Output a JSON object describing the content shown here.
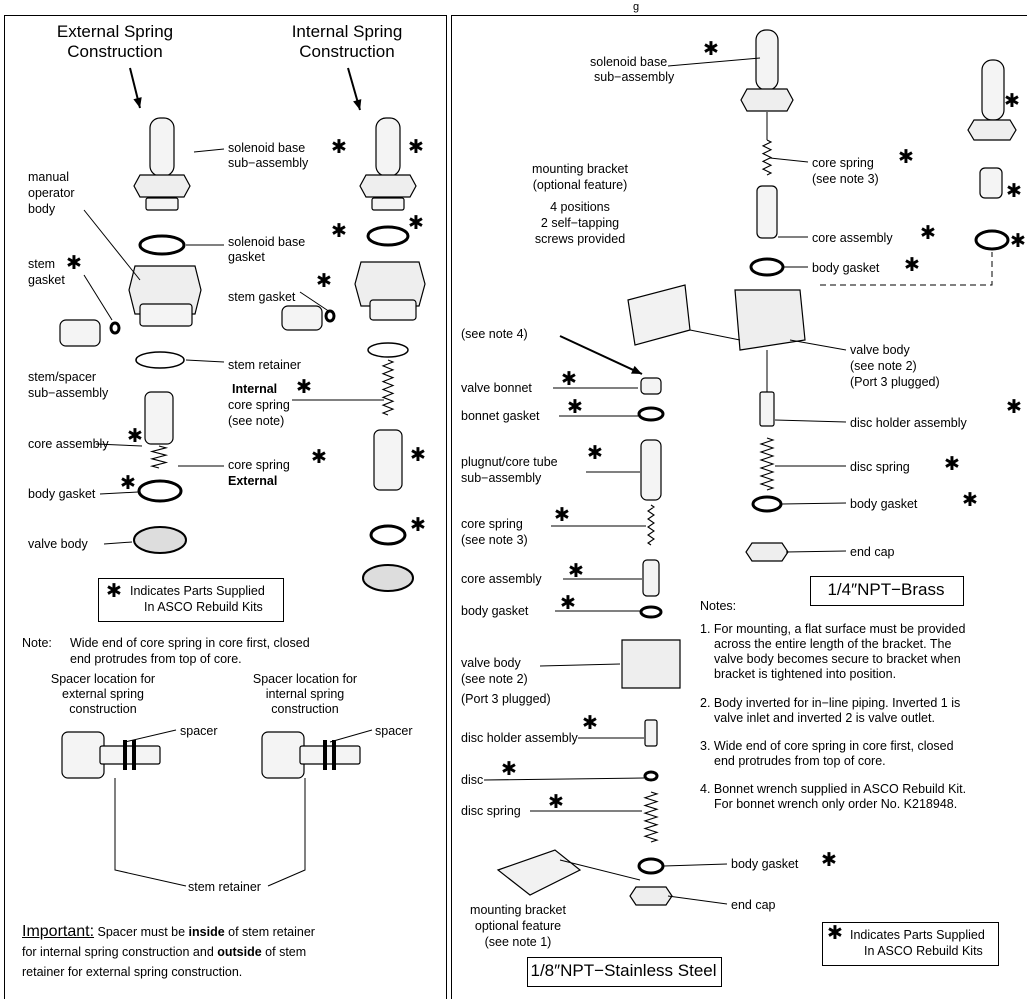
{
  "header": {
    "top_text": "g"
  },
  "left": {
    "title_external": [
      "External Spring",
      "Construction"
    ],
    "title_internal": [
      "Internal Spring",
      "Construction"
    ],
    "labels": {
      "solenoid_base": [
        "solenoid base",
        "sub−assembly"
      ],
      "manual_operator": [
        "manual",
        "operator",
        "body"
      ],
      "solenoid_gasket": [
        "solenoid base",
        "gasket"
      ],
      "stem_gasket_left": [
        "stem",
        "gasket"
      ],
      "stem_gasket_right": "stem gasket",
      "stem_spacer": [
        "stem/spacer",
        "sub−assembly"
      ],
      "stem_retainer": "stem retainer",
      "internal_core_spring": [
        "Internal",
        "core spring",
        "(see note)"
      ],
      "core_assembly": "core assembly",
      "core_spring_external": [
        "core spring",
        "External"
      ],
      "body_gasket": "body gasket",
      "valve_body": "valve body"
    },
    "kits_box": [
      "Indicates Parts Supplied",
      "In ASCO Rebuild Kits"
    ],
    "note": [
      "Note:",
      "Wide end of core spring in core first, closed",
      "end protrudes from top of core."
    ],
    "spacer_external": [
      "Spacer location for",
      "external spring",
      "construction"
    ],
    "spacer_internal": [
      "Spacer location for",
      "internal spring",
      "construction"
    ],
    "spacer": "spacer",
    "stem_retainer_bottom": "stem retainer",
    "important": {
      "label": "Important:",
      "line1_a": " Spacer must be ",
      "line1_b": "inside",
      "line1_c": " of stem retainer",
      "line2_a": "for internal spring construction and ",
      "line2_b": "outside",
      "line2_c": " of stem",
      "line3": "retainer for external spring construction."
    }
  },
  "right": {
    "solenoid_base": [
      "solenoid base",
      "sub−assembly"
    ],
    "mounting_bracket": [
      "mounting bracket",
      "(optional feature)",
      "4 positions",
      "2 self−tapping",
      "screws provided"
    ],
    "core_spring_note3": [
      "core spring",
      "(see note 3)"
    ],
    "core_assembly": "core assembly",
    "body_gasket": "body gasket",
    "valve_body": [
      "valve body",
      "(see note 2)",
      "(Port 3 plugged)"
    ],
    "disc_holder": "disc holder assembly",
    "disc_spring": "disc spring",
    "end_cap": "end cap",
    "brass_box": "1/4″NPT−Brass",
    "see_note4": "(see note 4)",
    "valve_bonnet": "valve bonnet",
    "bonnet_gasket": "bonnet gasket",
    "plugnut": [
      "plugnut/core tube",
      "sub−assembly"
    ],
    "disc": "disc",
    "mounting_bracket_small": [
      "mounting bracket",
      "optional feature",
      "(see note 1)"
    ],
    "stainless_box": "1/8″NPT−Stainless Steel",
    "notes_title": "Notes:",
    "notes": [
      [
        "1. For mounting, a flat surface must be provided",
        "across the entire length of the bracket. The",
        "valve body becomes secure to bracket when",
        "bracket is tightened into position."
      ],
      [
        "2. Body inverted for in−line piping. Inverted 1 is",
        "valve inlet and inverted 2 is valve outlet."
      ],
      [
        "3. Wide end of core spring in core first, closed",
        "end protrudes from top of core."
      ],
      [
        "4. Bonnet wrench supplied in ASCO Rebuild Kit.",
        "For bonnet wrench only order No. K218948."
      ]
    ],
    "kits_box": [
      "Indicates Parts Supplied",
      "In ASCO Rebuild Kits"
    ]
  },
  "asterisk": "✱"
}
